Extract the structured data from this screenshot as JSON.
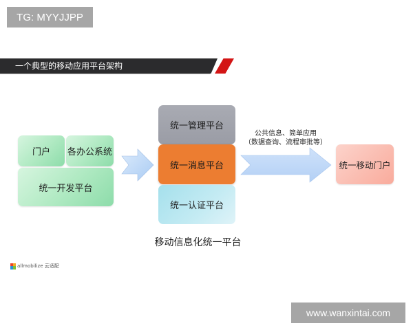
{
  "watermarks": {
    "top": "TG: MYYJJPP",
    "bottom": "www.wanxintai.com"
  },
  "header": {
    "title": "一个典型的移动应用平台架构",
    "colors": {
      "bar": "#2b2b2d",
      "accent": "#d31515"
    }
  },
  "diagram": {
    "left_group": {
      "portal": "门户",
      "office_systems": "各办公系统",
      "dev_platform": "统一开发平台",
      "color": "#aee9c1"
    },
    "center_stack": [
      {
        "label": "统一管理平台",
        "color": "#a3a5ad"
      },
      {
        "label": "统一消息平台",
        "color": "#ec7d31"
      },
      {
        "label": "统一认证平台",
        "color": "#c4ebf3"
      }
    ],
    "arrow_label": {
      "line1": "公共信息、简单应用",
      "line2": "（数据查询、流程审批等）"
    },
    "target": {
      "label": "统一移动门户",
      "color": "#f9ab9c"
    },
    "arrow_color": "#bcd8f7",
    "caption": "移动信息化统一平台"
  },
  "footer": {
    "logo_text": "allmobilize 云适配"
  }
}
